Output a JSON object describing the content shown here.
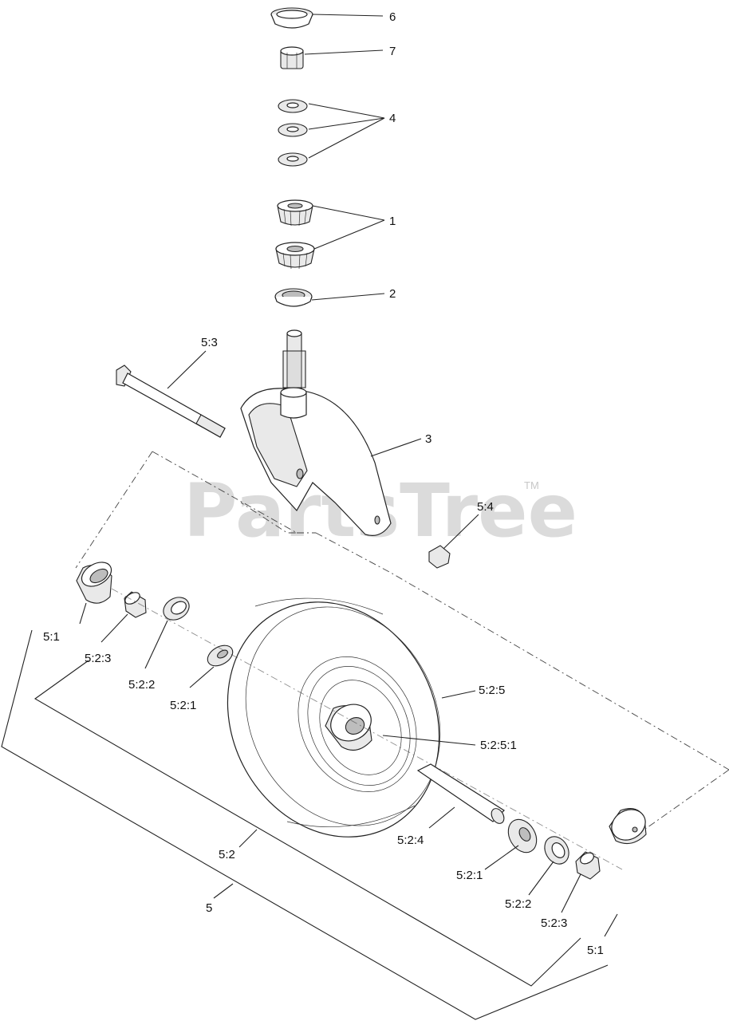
{
  "watermark": {
    "text": "PartsTree",
    "trademark": "TM"
  },
  "callouts": {
    "c6": "6",
    "c7": "7",
    "c4": "4",
    "c1": "1",
    "c2": "2",
    "c53": "5:3",
    "c3": "3",
    "c54": "5:4",
    "c51_left": "5:1",
    "c523_left": "5:2:3",
    "c522_left": "5:2:2",
    "c521_left": "5:2:1",
    "c525": "5:2:5",
    "c5251": "5:2:5:1",
    "c524": "5:2:4",
    "c52": "5:2",
    "c5": "5",
    "c521_right": "5:2:1",
    "c522_right": "5:2:2",
    "c523_right": "5:2:3",
    "c51_right": "5:1"
  }
}
